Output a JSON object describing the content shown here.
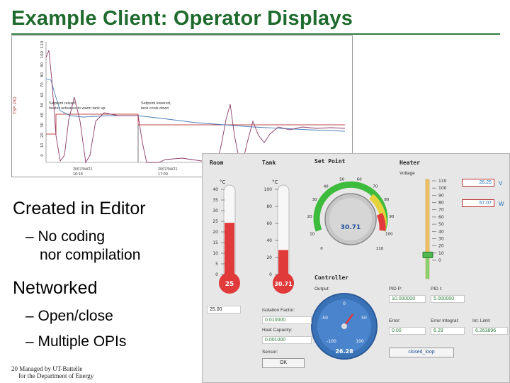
{
  "slide": {
    "title": "Example Client: Operator Displays",
    "bullets": [
      {
        "text": "Created in Editor",
        "subs": [
          "– No coding",
          "nor compilation"
        ]
      },
      {
        "text": "Networked",
        "subs": [
          "– Open/close",
          "– Multiple OPIs"
        ]
      }
    ],
    "footer": [
      "20  Managed by UT-Battelle",
      "for the Department of Energy"
    ]
  },
  "trend": {
    "axis_label": "TSF: PID",
    "y_ticks": [
      "0",
      "10",
      "20",
      "30",
      "40",
      "50",
      "60",
      "70",
      "80",
      "90",
      "100",
      "110"
    ],
    "x_ticks": [
      {
        "date": "2007/04/21",
        "time": "16:18"
      },
      {
        "date": "2007/04/21",
        "time": "17:00"
      }
    ],
    "annotations": [
      {
        "lines": [
          "Setpoint raised,",
          "heater activates to warm tank up"
        ]
      },
      {
        "lines": [
          "Setpoint lowered,",
          "tank cools down"
        ]
      }
    ]
  },
  "opi": {
    "room": {
      "title": "Room",
      "unit": "°C",
      "scale": [
        "40",
        "35",
        "30",
        "25",
        "20",
        "15",
        "10",
        "5",
        "0"
      ],
      "value": "25",
      "level_fraction": 0.62,
      "field": "25.00"
    },
    "tank": {
      "title": "Tank",
      "unit": "°C",
      "scale": [
        "100",
        "80",
        "60",
        "40",
        "20",
        "0"
      ],
      "value": "30.71",
      "level_fraction": 0.31
    },
    "setpoint": {
      "title": "Set Point",
      "scale": [
        "0",
        "10",
        "20",
        "30",
        "40",
        "50",
        "60",
        "70",
        "80",
        "90",
        "100",
        "110"
      ],
      "value": "30.71"
    },
    "heater": {
      "title": "Heater",
      "voltage_label": "Voltage",
      "scale": [
        "110",
        "100",
        "90",
        "80",
        "70",
        "60",
        "50",
        "40",
        "30",
        "20",
        "10",
        "0"
      ],
      "level_fraction": 0.24,
      "volts": "26.25",
      "volts_unit": "V",
      "watts": "57.07",
      "watts_unit": "W"
    },
    "controller": {
      "title": "Controller",
      "output_label": "Output:",
      "gauge_scale": [
        "-100",
        "-50",
        "0",
        "50",
        "100"
      ],
      "gauge_value": "26.28",
      "pid_p_label": "PID P:",
      "pid_p": "10.000000",
      "pid_i_label": "PID I:",
      "pid_i": "5.000000",
      "error_label": "Error:",
      "error": "0.00",
      "error_integral_label": "Error Integral:",
      "error_integral": "6.29",
      "int_limit_label": "Int. Limit",
      "int_limit": "6.263896",
      "isolation_label": "Isolation Factor:",
      "isolation": "0.010000",
      "heat_capacity_label": "Heat Capacity:",
      "heat_capacity": "0.001000",
      "sensor_label": "Sensor:",
      "sensor_button": "OK",
      "loop_button": "closed_loop"
    }
  }
}
